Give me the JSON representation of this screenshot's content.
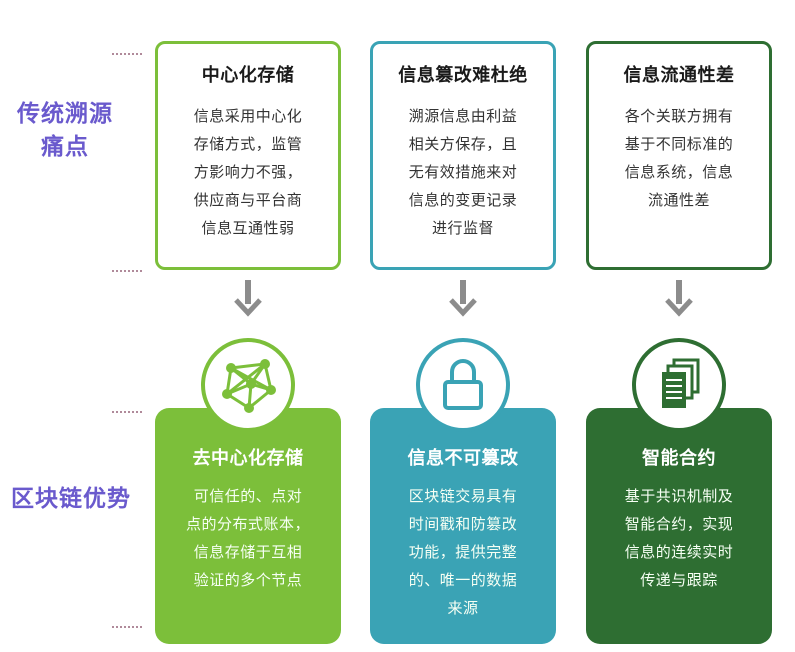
{
  "pain_points": {
    "label_lines": [
      "传统溯源",
      "痛点"
    ],
    "cards": [
      {
        "title": "中心化存储",
        "lines": [
          "信息采用中心化",
          "存储方式，监管",
          "方影响力不强，",
          "供应商与平台商",
          "信息互通性弱"
        ]
      },
      {
        "title": "信息篡改难杜绝",
        "lines": [
          "溯源信息由利益",
          "相关方保存，且",
          "无有效措施来对",
          "信息的变更记录",
          "进行监督"
        ]
      },
      {
        "title": "信息流通性差",
        "lines": [
          "各个关联方拥有",
          "基于不同标准的",
          "信息系统，信息",
          "流通性差"
        ]
      }
    ]
  },
  "advantages": {
    "label": "区块链优势",
    "cards": [
      {
        "title": "去中心化存储",
        "icon": "network-icon",
        "lines": [
          "可信任的、点对",
          "点的分布式账本，",
          "信息存储于互相",
          "验证的多个节点"
        ]
      },
      {
        "title": "信息不可篡改",
        "icon": "lock-icon",
        "lines": [
          "区块链交易具有",
          "时间戳和防篡改",
          "功能，提供完整",
          "的、唯一的数据",
          "来源"
        ]
      },
      {
        "title": "智能合约",
        "icon": "document-stack-icon",
        "lines": [
          "基于共识机制及",
          "智能合约，实现",
          "信息的连续实时",
          "传递与跟踪"
        ]
      }
    ]
  },
  "colors": {
    "label_purple": "#6a5acd",
    "green_light": "#7cbf3a",
    "teal": "#3aa3b5",
    "green_dark": "#2e6e32",
    "arrow_gray": "#8c8c8c",
    "dots": "#b08a9a"
  }
}
